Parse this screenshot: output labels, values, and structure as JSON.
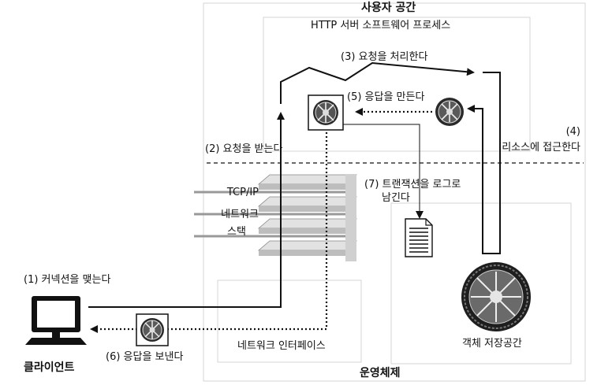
{
  "labels": {
    "user_space": "사용자 공간",
    "http_process": "HTTP 서버 소프트웨어 프로세스",
    "step3": "(3) 요청을 처리한다",
    "step5": "(5) 응답을 만든다",
    "step4_num": "(4)",
    "step4_text": "리소스에  접근한다",
    "step2": "(2) 요청을 받는다",
    "step7_line1": "(7) 트랜잭션을 로그로",
    "step7_line2": "남긴다",
    "tcp_line1": "TCP/IP",
    "tcp_line2": "네트워크",
    "tcp_line3": "스택",
    "step1": "(1) 커넥션을 맺는다",
    "step6": "(6) 응답을 보낸다",
    "client": "클라이언트",
    "network_interface": "네트워크 인터페이스",
    "object_storage": "객체 저장공간",
    "os": "운영체제"
  },
  "icons": {
    "server_gear_main": "gear-cog-icon",
    "server_gear_resource": "gear-cog-icon",
    "response_gear": "gear-cog-icon",
    "storage_disk": "disk-storage-icon",
    "client_computer": "computer-monitor-icon",
    "log_document": "log-document-icon"
  },
  "colors": {
    "line": "#111111",
    "box_border": "#d8d8d8",
    "stack_fill": "#c9c9c9",
    "gear_dark": "#2a2a2a"
  }
}
